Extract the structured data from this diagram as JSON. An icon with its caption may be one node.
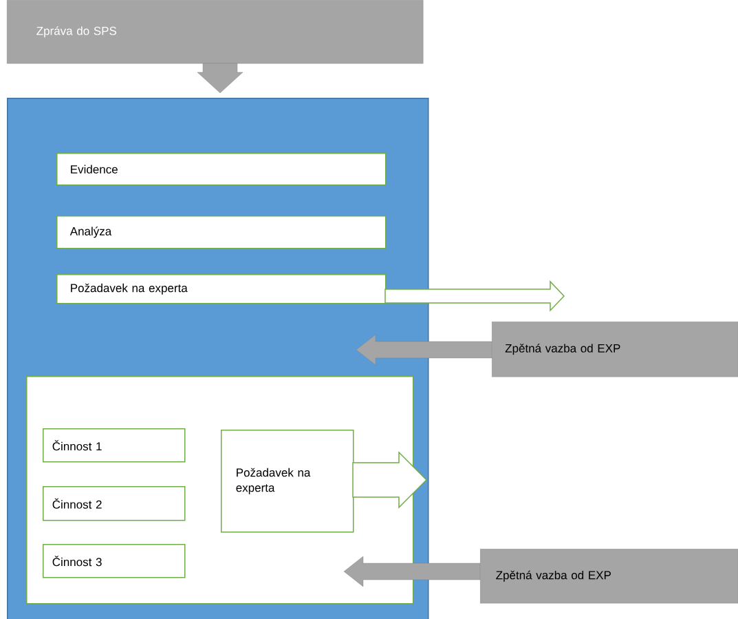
{
  "diagram": {
    "nodes": [
      {
        "text": [
          "Zpráva do SPS"
        ]
      },
      {
        "text": [],
        "shape": "box"
      },
      {
        "text": [
          "Evidence"
        ],
        "in": 1
      },
      {
        "text": [
          "Analýza"
        ],
        "in": 1
      },
      {
        "text": [
          "Požadavek na experta"
        ],
        "in": 1
      },
      {
        "text": [
          "Zpětná vazba od EXP"
        ]
      },
      {
        "text": [],
        "shape": "box",
        "in": 1
      },
      {
        "text": [
          "Činnost 1"
        ],
        "in": 6
      },
      {
        "text": [
          "Činnost 2"
        ],
        "in": 6
      },
      {
        "text": [
          "Činnost 3"
        ],
        "in": 6
      },
      {
        "text": [
          "Požadavek na experta"
        ],
        "in": 6
      },
      {
        "text": [
          "Zpětná vazba od EXP"
        ]
      }
    ],
    "edges": [
      {
        "from": 0,
        "to": 1,
        "arrow": "to"
      },
      {
        "from": 4,
        "to": null,
        "arrow": "to",
        "color": "#70ad47"
      },
      {
        "from": 5,
        "to": 1,
        "arrow": "to"
      },
      {
        "from": 10,
        "to": null,
        "arrow": "to",
        "color": "#70ad47"
      },
      {
        "from": 11,
        "to": 6,
        "arrow": "to"
      }
    ]
  }
}
